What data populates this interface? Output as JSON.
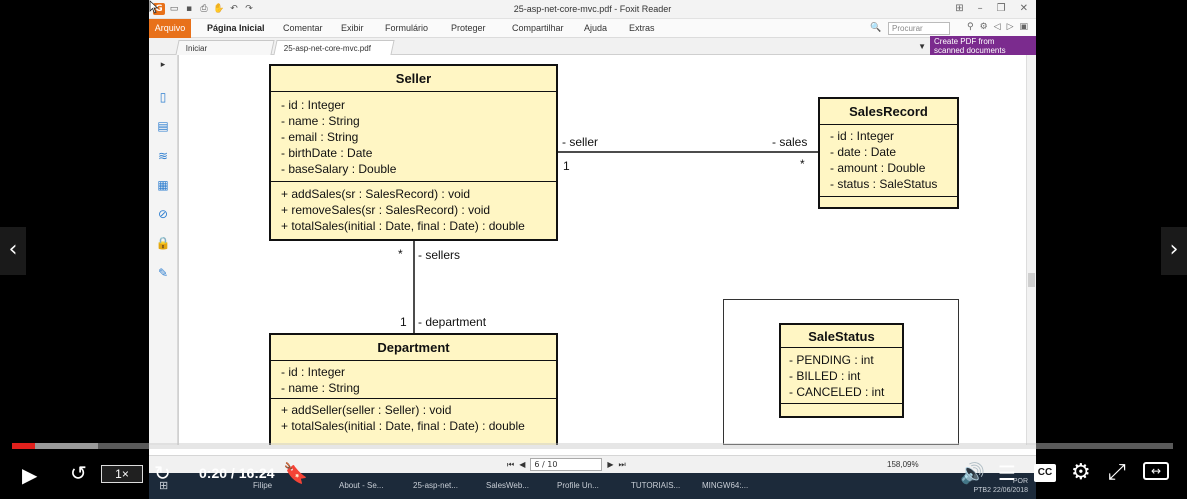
{
  "window": {
    "title": "25-asp-net-core-mvc.pdf - Foxit Reader"
  },
  "ribbon": {
    "file_label": "Arquivo",
    "tabs": [
      "Página Inicial",
      "Comentar",
      "Exibir",
      "Formulário",
      "Proteger",
      "Compartilhar",
      "Ajuda",
      "Extras"
    ],
    "search_placeholder": "Procurar"
  },
  "doc_tabs": {
    "start": "Iniciar",
    "current": "25-asp-net-core-mvc.pdf",
    "close": "×"
  },
  "create_pdf": {
    "line1": "Create PDF from",
    "line2": "scanned documents"
  },
  "diagram": {
    "seller": {
      "name": "Seller",
      "attributes": [
        "- id : Integer",
        "- name : String",
        "- email : String",
        "- birthDate : Date",
        "- baseSalary : Double"
      ],
      "operations": [
        "+ addSales(sr : SalesRecord) : void",
        "+ removeSales(sr : SalesRecord) : void",
        "+ totalSales(initial : Date, final : Date) : double"
      ]
    },
    "sales_record": {
      "name": "SalesRecord",
      "attributes": [
        "- id : Integer",
        "- date : Date",
        "- amount : Double",
        "- status : SaleStatus"
      ]
    },
    "department": {
      "name": "Department",
      "attributes": [
        "- id : Integer",
        "- name : String"
      ],
      "operations": [
        "+ addSeller(seller : Seller) : void",
        "+ totalSales(initial : Date, final : Date) : double"
      ]
    },
    "sale_status": {
      "name": "SaleStatus",
      "literals": [
        "- PENDING : int",
        "- BILLED : int",
        "- CANCELED : int"
      ]
    },
    "assoc_seller_sales": {
      "role_left": "- seller",
      "mult_left": "1",
      "role_right": "- sales",
      "mult_right": "*"
    },
    "assoc_seller_department": {
      "role_top": "- sellers",
      "mult_top": "*",
      "role_bottom": "- department",
      "mult_bottom": "1"
    }
  },
  "status": {
    "page": "6 / 10",
    "zoom": "158,09%"
  },
  "taskbar": {
    "items": [
      "Filipe",
      "About - Se...",
      "25-asp-net...",
      "SalesWeb...",
      "Profile Un...",
      "TUTORIAIS...",
      "MINGW64:..."
    ],
    "lang": "POR",
    "lang2": "PTB2",
    "clock": "22/06/2018"
  },
  "player": {
    "speed": "1×",
    "time": "0:20 / 16:24",
    "cc": "CC",
    "progress_played": 0.02,
    "progress_loaded": 0.074
  }
}
